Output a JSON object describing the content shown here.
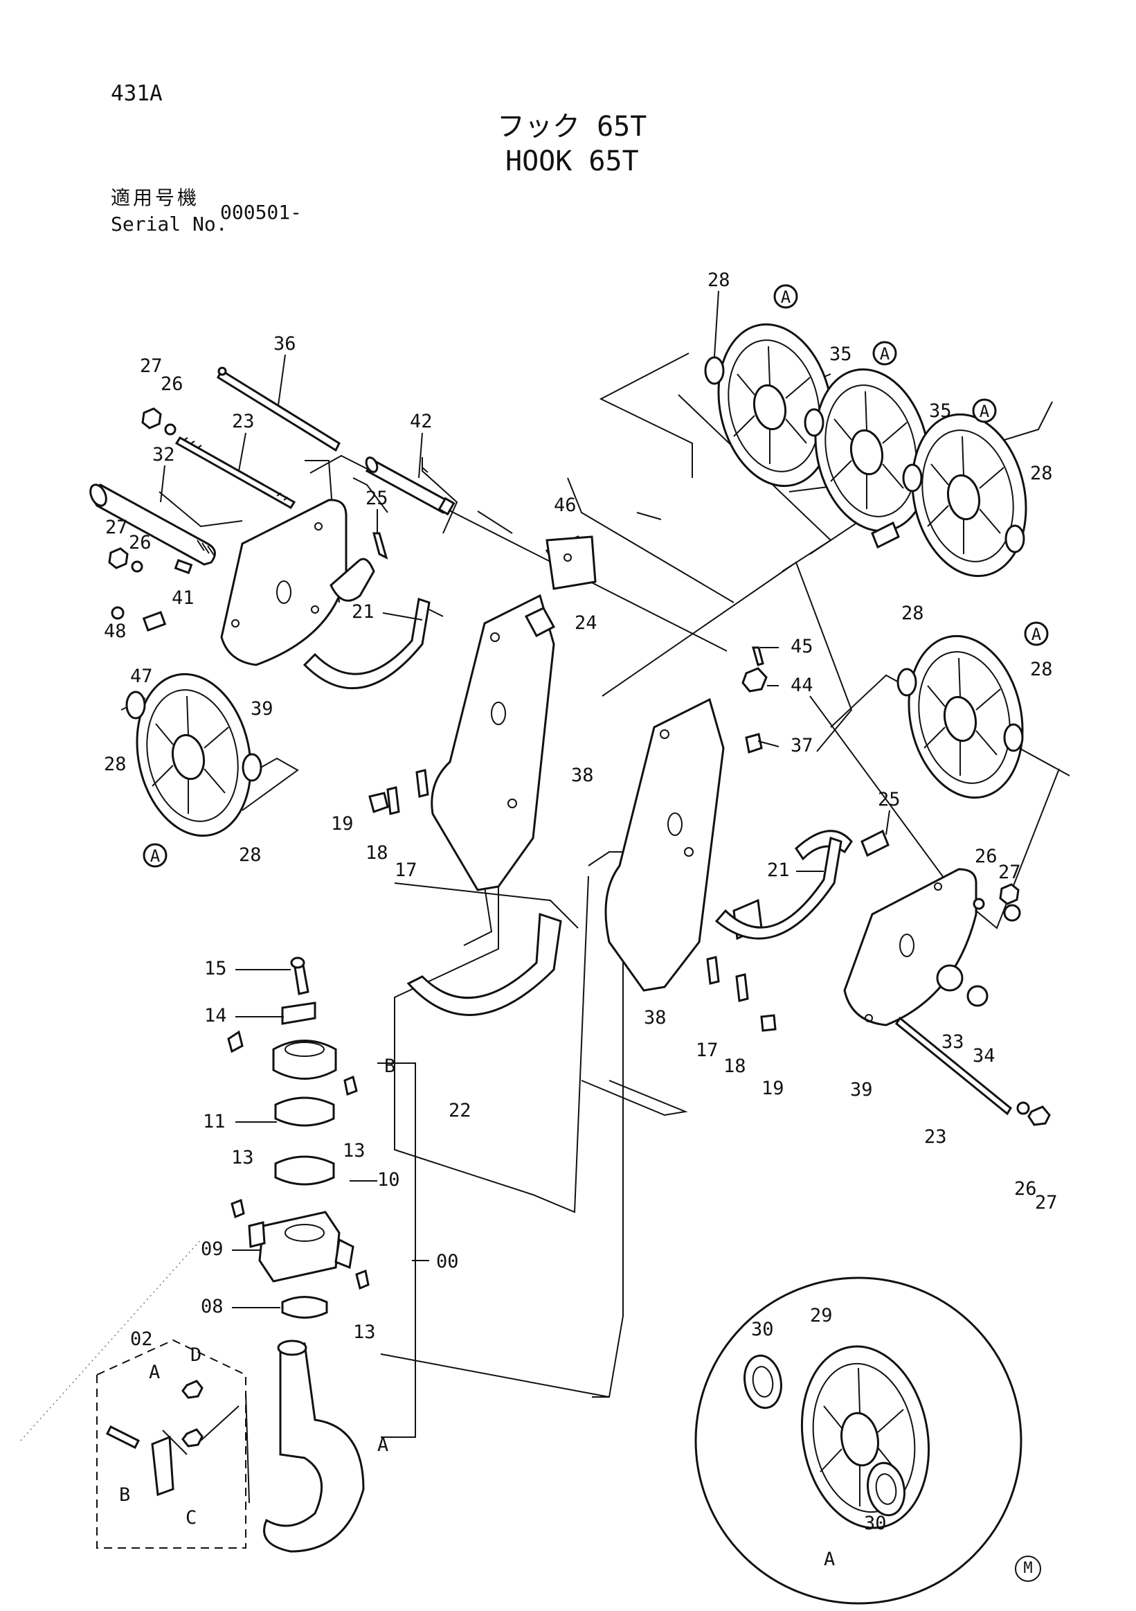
{
  "page_code": "431A",
  "title_jp": "フック 65T",
  "title_en": "HOOK 65T",
  "serial_label_jp": "適用号機",
  "serial_label_en": "Serial No.",
  "serial_value": "000501-",
  "maker_mark": "M",
  "callouts": {
    "c28a": "28",
    "c28b": "28",
    "c28c": "28",
    "c28d": "28",
    "c28e": "28",
    "c28f": "28",
    "c36": "36",
    "c27a": "27",
    "c26a": "26",
    "c23a": "23",
    "c32": "32",
    "c42": "42",
    "c35a": "35",
    "c35b": "35",
    "c27b": "27",
    "c26b": "26",
    "c25a": "25",
    "c41": "41",
    "c46": "46",
    "c48": "48",
    "c47": "47",
    "c21a": "21",
    "c24": "24",
    "c45": "45",
    "c44": "44",
    "c37": "37",
    "c39a": "39",
    "c38a": "38",
    "c19a": "19",
    "c18a": "18",
    "c17a": "17",
    "c25b": "25",
    "c26c": "26",
    "c27c": "27",
    "c21b": "21",
    "c15": "15",
    "c14": "14",
    "cBa": "B",
    "c11": "11",
    "c13a": "13",
    "c13b": "13",
    "c10": "10",
    "c09": "09",
    "c00": "00",
    "c08": "08",
    "c13c": "13",
    "c02": "02",
    "c22": "22",
    "c38b": "38",
    "c17b": "17",
    "c18b": "18",
    "c19b": "19",
    "c33": "33",
    "c34": "34",
    "c39b": "39",
    "c23b": "23",
    "c26d": "26",
    "c27d": "27",
    "cAa": "A",
    "cD": "D",
    "cBb": "B",
    "cC": "C",
    "cAb": "A",
    "c29": "29",
    "c30a": "30",
    "c30b": "30",
    "cAc": "A",
    "sA1": "A",
    "sA2": "A",
    "sA3": "A",
    "sA4": "A",
    "sA5": "A"
  }
}
